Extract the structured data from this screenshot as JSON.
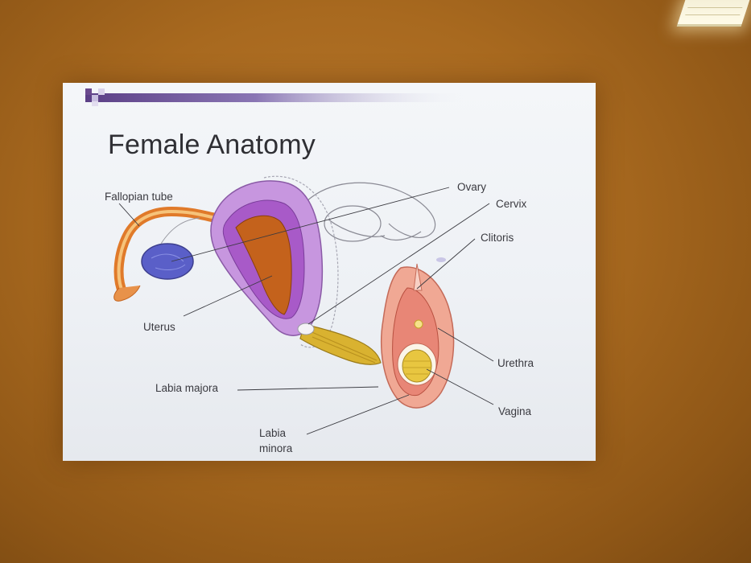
{
  "slide": {
    "title": "Female Anatomy"
  },
  "diagram_labels": {
    "fallopian_tube": "Fallopian tube",
    "ovary": "Ovary",
    "cervix": "Cervix",
    "clitoris": "Clitoris",
    "uterus": "Uterus",
    "urethra": "Urethra",
    "labia_majora": "Labia majora",
    "vagina": "Vagina",
    "labia_minora_line1": "Labia",
    "labia_minora_line2": "minora"
  },
  "colors": {
    "wall": "#a8691f",
    "slide_bg": "#eef1f5",
    "accent_purple": "#6b4a8e",
    "uterus_violet": "#b874d4",
    "ovary_blue": "#5a5fc8",
    "tube_orange": "#e07a2a",
    "canal_yellow": "#d9b230"
  }
}
